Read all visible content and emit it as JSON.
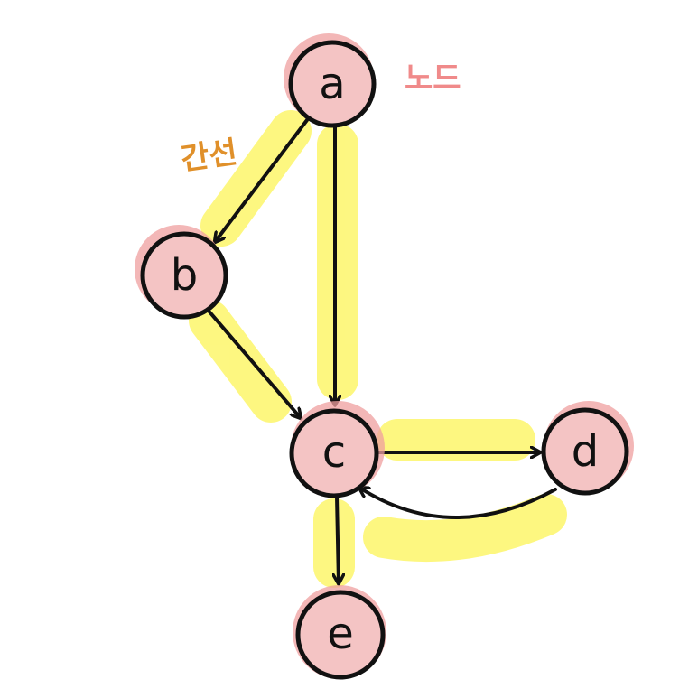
{
  "annotations": {
    "node_label": "노드",
    "edge_label": "간선"
  },
  "nodes": [
    {
      "id": "a",
      "label": "a"
    },
    {
      "id": "b",
      "label": "b"
    },
    {
      "id": "c",
      "label": "c"
    },
    {
      "id": "d",
      "label": "d"
    },
    {
      "id": "e",
      "label": "e"
    }
  ],
  "edges": [
    {
      "from": "a",
      "to": "b"
    },
    {
      "from": "a",
      "to": "c"
    },
    {
      "from": "b",
      "to": "c"
    },
    {
      "from": "c",
      "to": "d"
    },
    {
      "from": "d",
      "to": "c"
    },
    {
      "from": "c",
      "to": "e"
    }
  ],
  "colors": {
    "node_fill": "#f4c4c4",
    "node_halo": "#ef9f9f",
    "node_stroke": "#111111",
    "edge_stroke": "#111111",
    "highlight": "#fdf77a",
    "node_annotation": "#f08a8a",
    "edge_annotation": "#e0902a",
    "background": "#ffffff"
  }
}
